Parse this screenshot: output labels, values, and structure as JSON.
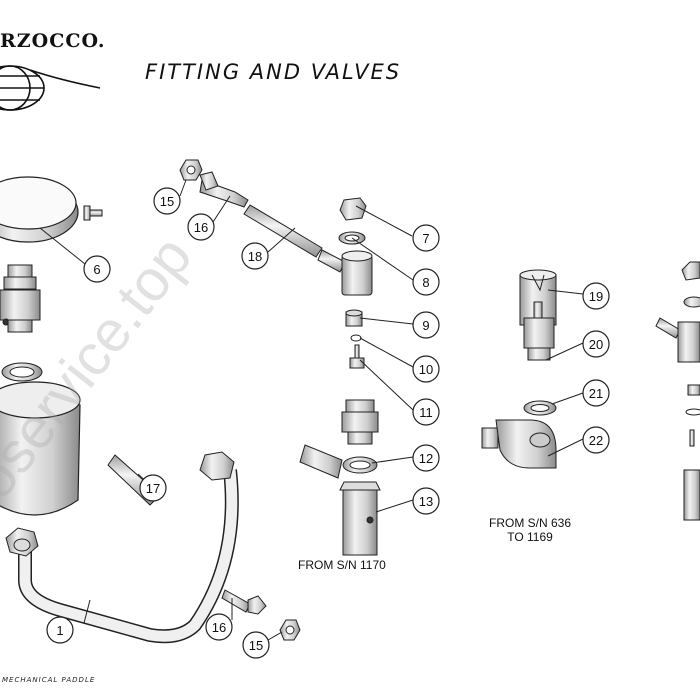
{
  "brand": {
    "logo_text": "RZOCCO."
  },
  "title": "FITTING AND VALVES",
  "notes": {
    "serial_new": "FROM S/N 1170",
    "serial_old_line1": "FROM S/N 636",
    "serial_old_line2": "TO 1169"
  },
  "footer": "MECHANICAL PADDLE",
  "watermark": "oservice.top",
  "callouts": {
    "c1": "1",
    "c6": "6",
    "c7": "7",
    "c8": "8",
    "c9": "9",
    "c10": "10",
    "c11": "11",
    "c12": "12",
    "c13": "13",
    "c15a": "15",
    "c15b": "15",
    "c16a": "16",
    "c16b": "16",
    "c17": "17",
    "c18": "18",
    "c19": "19",
    "c20": "20",
    "c21": "21",
    "c22": "22"
  }
}
